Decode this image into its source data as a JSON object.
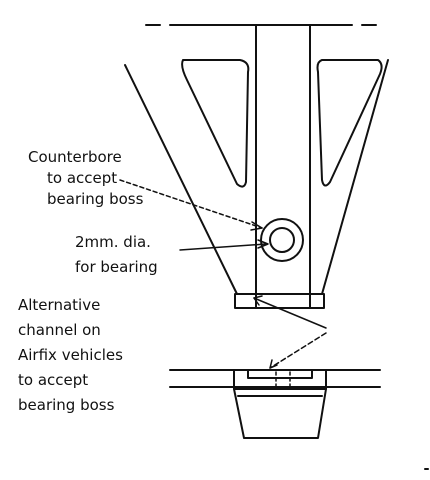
{
  "labels": {
    "counterbore_1": "Counterbore",
    "counterbore_2": "to accept",
    "counterbore_3": "bearing boss",
    "hole_1": "2mm. dia.",
    "hole_2": "for bearing",
    "alt_1": "Alternative",
    "alt_2": "channel on",
    "alt_3": "Airfix vehicles",
    "alt_4": "to accept",
    "alt_5": "bearing boss"
  },
  "colors": {
    "ink": "#111111",
    "paper": "#ffffff"
  }
}
